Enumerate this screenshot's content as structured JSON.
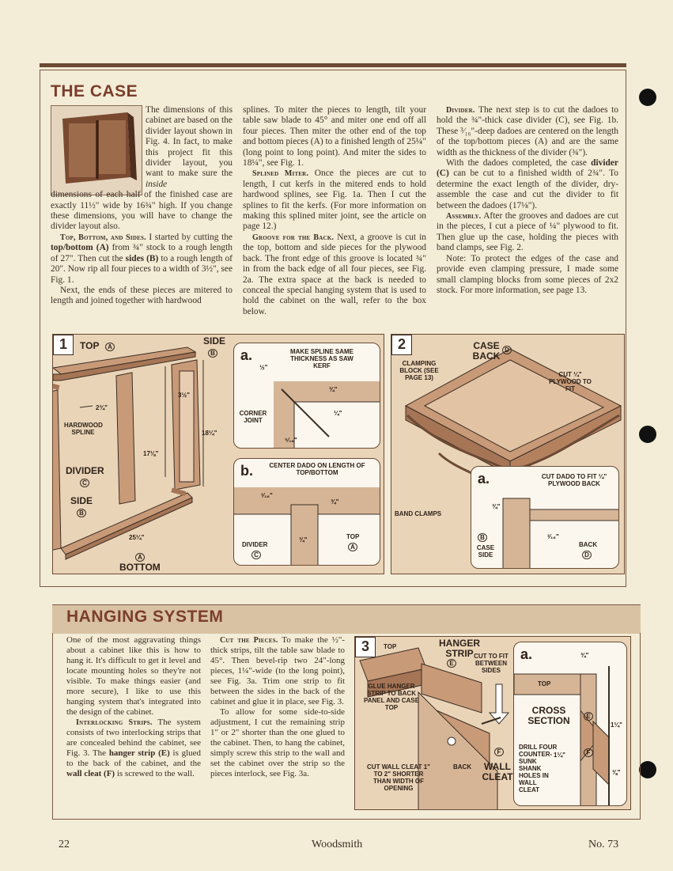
{
  "page": {
    "number": "22",
    "publication": "Woodsmith",
    "issue": "No. 73"
  },
  "case": {
    "title": "THE CASE",
    "col1": {
      "p1_wrap": "The dimensions of this cabinet are based on the divider layout shown in Fig. 4. In fact, to make this project fit this divider layout, you want to make sure the",
      "p1_inside": "inside",
      "p1_rest": "dimensions of each half of the finished case are exactly 11½\" wide by 16¾\" high. If you change these dimensions, you will have to change the divider layout also.",
      "p2_head": "Top, Bottom, and Sides.",
      "p2_a": "I started by cutting the",
      "p2_b1": "top/bottom (A)",
      "p2_c": "from ¾\" stock to a rough length of 27\". Then cut the",
      "p2_b2": "sides (B)",
      "p2_d": "to a rough length of 20\". Now rip all four pieces to a width of 3½\", see Fig. 1.",
      "p3": "Next, the ends of these pieces are mitered to length and joined together with hardwood"
    },
    "col2": {
      "p1": "splines. To miter the pieces to length, tilt your table saw blade to 45° and miter one end off all four pieces. Then miter the other end of the top and bottom pieces (A) to a finished length of 25¼\" (long point to long point). And miter the sides to 18¼\", see Fig. 1.",
      "p2_head": "Splined Miter.",
      "p2": "Once the pieces are cut to length, I cut kerfs in the mitered ends to hold hardwood splines, see Fig. 1a. Then I cut the splines to fit the kerfs. (For more information on making this splined miter joint, see the article on page 12.)",
      "p3_head": "Groove for the Back.",
      "p3": "Next, a groove is cut in the top, bottom and side pieces for the plywood back. The front edge of this groove is located ¾\" in from the back edge of all four pieces, see Fig. 2a. The extra space at the back is needed to conceal the special hanging system that is used to hold the cabinet on the wall, refer to the box below."
    },
    "col3": {
      "p1_head": "Divider.",
      "p1": "The next step is to cut the dadoes to hold the ¾\"-thick case divider (C), see Fig. 1b. These ³⁄₁₆\"-deep dadoes are centered on the length of the top/bottom pieces (A) and are the same width as the thickness of the divider (¾\").",
      "p2_a": "With the dadoes completed, the case",
      "p2_b": "divider (C)",
      "p2_c": "can be cut to a finished width of 2¾\". To determine the exact length of the divider, dry-assemble the case and cut the divider to fit between the dadoes (17⅛\").",
      "p3_head": "Assembly.",
      "p3": "After the grooves and dadoes are cut in the pieces, I cut a piece of ¼\" plywood to fit. Then glue up the case, holding the pieces with band clamps, see Fig. 2.",
      "p4": "Note: To protect the edges of the case and provide even clamping pressure, I made some small clamping blocks from some pieces of 2x2 stock. For more information, see page 13."
    }
  },
  "fig1": {
    "num": "1",
    "top": "TOP",
    "a": "A",
    "side": "SIDE",
    "b": "B",
    "d234": "2¾\"",
    "d312": "3½\"",
    "d1814": "18¼\"",
    "d1718": "17⅛\"",
    "d2514": "25¼\"",
    "spline": "HARDWOOD SPLINE",
    "divider": "DIVIDER",
    "c": "C",
    "side2": "SIDE",
    "b2": "B",
    "bottom": "BOTTOM",
    "a2": "A",
    "ca": {
      "tag": "a.",
      "note": "MAKE SPLINE SAME THICKNESS AS SAW KERF",
      "half": "½\"",
      "quarter": "¼\"",
      "three4": "¾\"",
      "five16": "⁵⁄₁₆\"",
      "corner": "CORNER JOINT"
    },
    "cb": {
      "tag": "b.",
      "note": "CENTER DADO ON LENGTH OF TOP/BOTTOM",
      "three16": "³⁄₁₆\"",
      "three4": "¾\"",
      "three4b": "¾\"",
      "divider": "DIVIDER",
      "c": "C",
      "top": "TOP",
      "a": "A"
    }
  },
  "fig2": {
    "num": "2",
    "caseback": "CASE BACK",
    "d": "D",
    "clamping": "CLAMPING BLOCK (SEE PAGE 13)",
    "plywood": "CUT ¼\" PLYWOOD TO FIT",
    "bandclamps": "BAND CLAMPS",
    "ca": {
      "tag": "a.",
      "note": "CUT DADO TO FIT ¼\" PLYWOOD BACK",
      "three4": "¾\"",
      "three16": "³⁄₁₆\"",
      "b": "B",
      "caseside": "CASE SIDE",
      "back": "BACK",
      "d": "D"
    }
  },
  "hanging": {
    "title": "HANGING SYSTEM",
    "col1": {
      "p1": "One of the most aggravating things about a cabinet like this is how to hang it. It's difficult to get it level and locate mounting holes so they're not visible. To make things easier (and more secure), I like to use this hanging system that's integrated into the design of the cabinet.",
      "p2_head": "Interlocking Strips.",
      "p2_a": "The system consists of two interlocking strips that are concealed behind the cabinet, see Fig. 3. The",
      "p2_b1": "hanger strip (E)",
      "p2_c": "is glued to the back of the cabinet, and the",
      "p2_b2": "wall cleat (F)",
      "p2_d": "is screwed to the wall."
    },
    "col2": {
      "p1_head": "Cut the Pieces.",
      "p1": "To make the ½\"-thick strips, tilt the table saw blade to 45°. Then bevel-rip two 24\"-long pieces, 1¼\"-wide (to the long point), see Fig. 3a. Trim one strip to fit between the sides in the back of the cabinet and glue it in place, see Fig. 3.",
      "p2": "To allow for some side-to-side adjustment, I cut the remaining strip 1\" or 2\" shorter than the one glued to the cabinet. Then, to hang the cabinet, simply screw this strip to the wall and set the cabinet over the strip so the pieces interlock, see Fig. 3a."
    }
  },
  "fig3": {
    "num": "3",
    "top": "TOP",
    "hanger": "HANGER STRIP",
    "e": "E",
    "cutfit": "CUT TO FIT BETWEEN SIDES",
    "glue": "GLUE HANGER STRIP TO BACK PANEL AND CASE TOP",
    "f": "F",
    "wallcleat": "WALL CLEAT",
    "back": "BACK",
    "cutwall": "CUT WALL CLEAT 1\" TO 2\" SHORTER THAN WIDTH OF OPENING",
    "ca": {
      "tag": "a.",
      "three4": "¾\"",
      "top": "TOP",
      "cross": "CROSS SECTION",
      "e": "E",
      "f": "F",
      "d114": "1¼\"",
      "d114b": "1¼\"",
      "d38": "⅜\"",
      "drill": "DRILL FOUR COUNTER-SUNK SHANK HOLES IN WALL CLEAT"
    }
  }
}
